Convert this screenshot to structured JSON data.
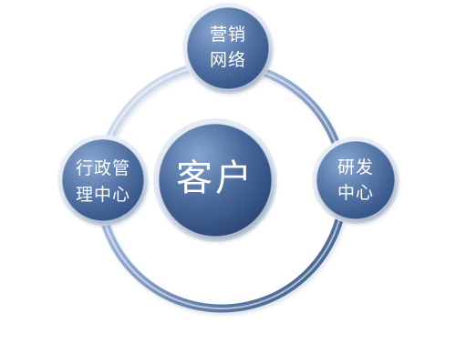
{
  "diagram": {
    "center": {
      "label": "客户"
    },
    "nodes": [
      {
        "id": "marketing",
        "lines": [
          "营销",
          "网络"
        ]
      },
      {
        "id": "admin",
        "lines": [
          "行政管",
          "理中心"
        ]
      },
      {
        "id": "rnd",
        "lines": [
          "研发",
          "中心"
        ]
      }
    ],
    "colors": {
      "node_fill_light": "#6f8fbd",
      "node_fill_dark": "#2f4d7d",
      "ring_light": "#eef3fb",
      "ring_dark": "#4c6898",
      "text": "#ffffff"
    }
  }
}
